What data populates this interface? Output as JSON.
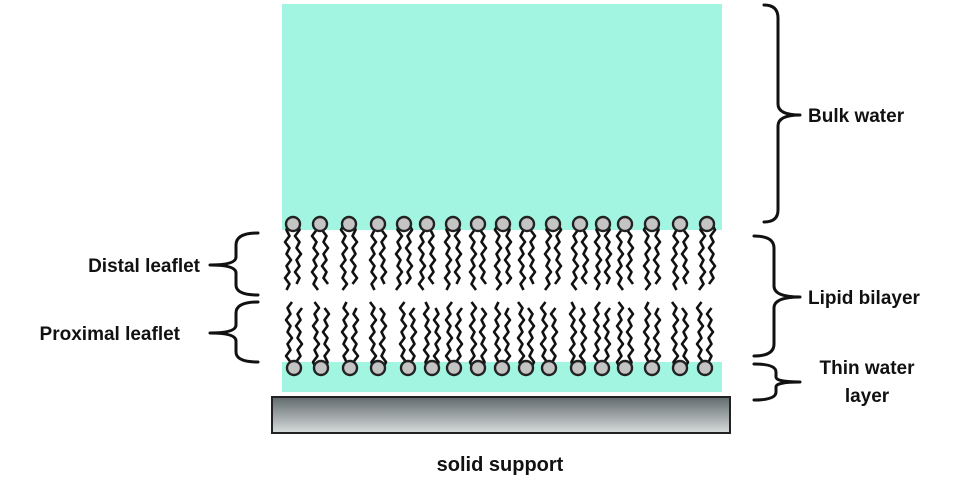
{
  "labels": {
    "bulk_water": "Bulk water",
    "lipid_bilayer": "Lipid bilayer",
    "thin_water_1": "Thin water",
    "thin_water_2": "layer",
    "distal_leaflet": "Distal leaflet",
    "proximal_leaflet": "Proximal leaflet",
    "solid_support": "solid support"
  },
  "colors": {
    "water": "#a2f5e1",
    "head": "#c4c4c4",
    "support_top": "#606a6c",
    "support_bottom": "#d8dcdc"
  },
  "lipid_count_per_leaflet": 17
}
